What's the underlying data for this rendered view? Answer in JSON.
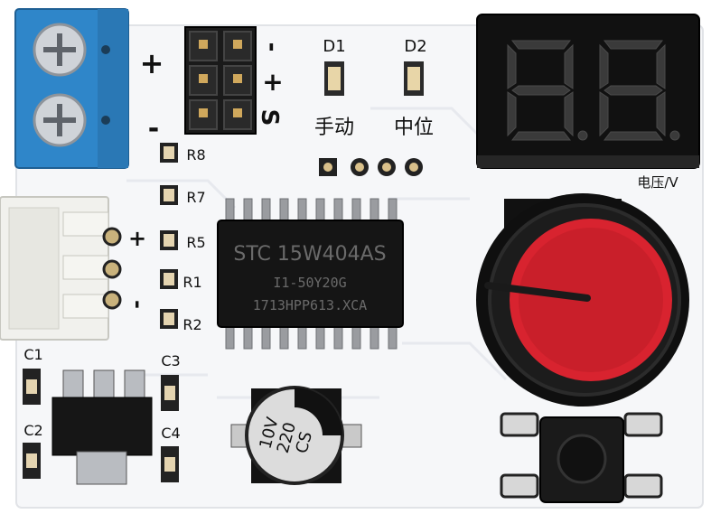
{
  "board": {
    "terminal_plus": "+",
    "terminal_minus": "-",
    "header_minus": "-",
    "header_plus": "+",
    "header_signal": "S",
    "led_d1": "D1",
    "led_d2": "D2",
    "manual_label": "手动",
    "center_label": "中位",
    "voltage_label": "电压/V",
    "jst_plus": "+",
    "jst_minus": "-",
    "resistors": [
      "R8",
      "R7",
      "R5",
      "R1",
      "R2"
    ],
    "caps": [
      "C1",
      "C2",
      "C3",
      "C4"
    ],
    "chip_line1": "STC 15W404AS",
    "chip_line2": "I1-50Y20G",
    "chip_line3": "1713HPP613.XCA",
    "electrolytic_line1": "10V",
    "electrolytic_line2": "220",
    "electrolytic_line3": "CS",
    "display_digits": "8.8."
  },
  "colors": {
    "pcb": "#f7f8fa",
    "terminal_blue": "#2f86c9",
    "knob_red": "#d8232f",
    "black": "#111111"
  }
}
